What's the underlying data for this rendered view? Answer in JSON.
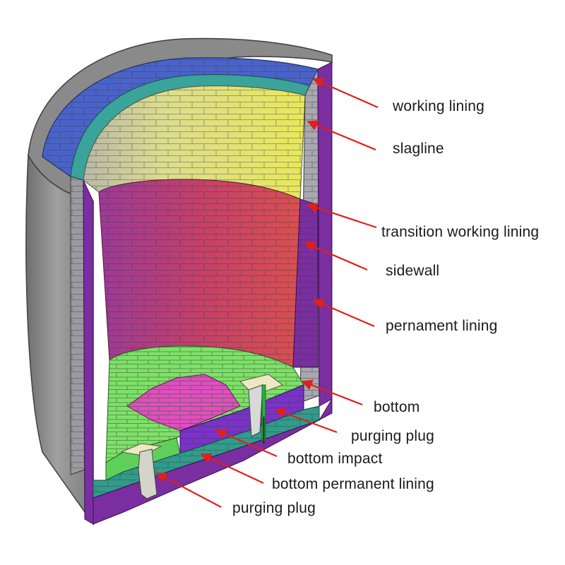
{
  "diagram": {
    "labels": [
      {
        "id": "working-lining",
        "text": "working lining"
      },
      {
        "id": "slagline",
        "text": "slagline"
      },
      {
        "id": "transition-working-lining",
        "text": "transition working lining"
      },
      {
        "id": "sidewall",
        "text": "sidewall"
      },
      {
        "id": "permanent-lining",
        "text": "pernament lining"
      },
      {
        "id": "bottom",
        "text": "bottom"
      },
      {
        "id": "purging-plug-right",
        "text": "purging plug"
      },
      {
        "id": "bottom-impact",
        "text": "bottom impact"
      },
      {
        "id": "bottom-permanent-lining",
        "text": "bottom permanent lining"
      },
      {
        "id": "purging-plug-left",
        "text": "purging plug"
      }
    ],
    "colors": {
      "shell": "#8c8c8c",
      "working_lining": "#4a63c9",
      "working_lining_teal": "#3aa39a",
      "slagline": "#e3e06a",
      "sidewall": "#c0405f",
      "permanent_lining": "#7a2ea0",
      "bottom": "#7fe06a",
      "bottom_impact": "#e04ec0",
      "arrow": "#e0201c"
    }
  }
}
